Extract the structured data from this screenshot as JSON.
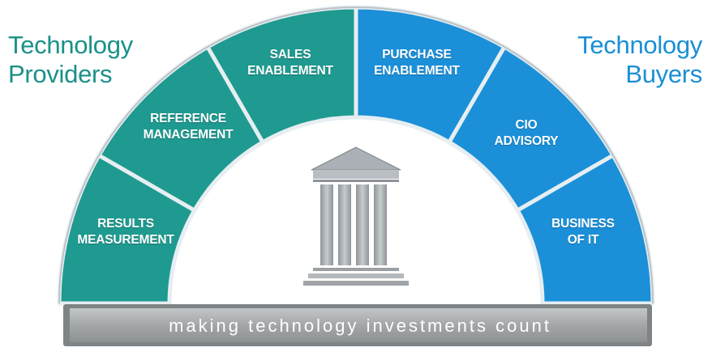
{
  "providers_title": [
    "Technology",
    "Providers"
  ],
  "buyers_title": [
    "Technology",
    "Buyers"
  ],
  "segments": [
    {
      "lines": [
        "RESULTS",
        "MEASUREMENT"
      ],
      "group": "providers"
    },
    {
      "lines": [
        "REFERENCE",
        "MANAGEMENT"
      ],
      "group": "providers"
    },
    {
      "lines": [
        "SALES",
        "ENABLEMENT"
      ],
      "group": "providers"
    },
    {
      "lines": [
        "PURCHASE",
        "ENABLEMENT"
      ],
      "group": "buyers"
    },
    {
      "lines": [
        "CIO",
        "ADVISORY"
      ],
      "group": "buyers"
    },
    {
      "lines": [
        "BUSINESS",
        "OF IT"
      ],
      "group": "buyers"
    }
  ],
  "tagline": "making technology investments count",
  "colors": {
    "providers": "#1f9a90",
    "buyers": "#1b90d9",
    "base": "#a6aaad",
    "building": "#a9aeb3"
  },
  "icon": "columned-building-icon"
}
